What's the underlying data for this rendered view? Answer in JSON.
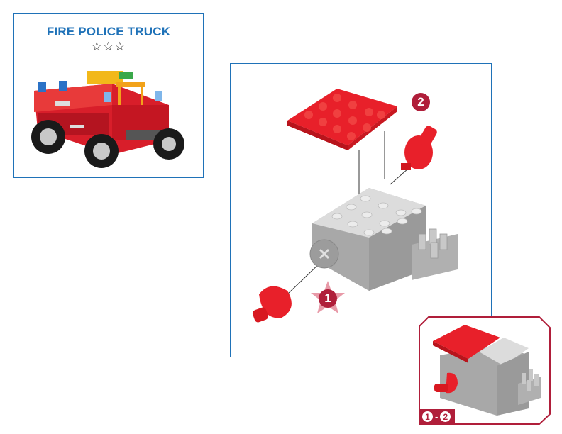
{
  "product": {
    "title": "FIRE POLICE TRUCK",
    "rating_display": "☆☆☆",
    "stars_filled": 0,
    "stars_total": 3,
    "image": "fire-police-truck-model"
  },
  "steps": {
    "items": [
      {
        "number": "1",
        "label": "1",
        "action": "attach red cone connector to motor axle",
        "highlight": "star-burst"
      },
      {
        "number": "2",
        "label": "2",
        "action": "attach red 4x4 plate and red connector to top of grey motor brick"
      }
    ]
  },
  "result": {
    "range_start": "1",
    "range_separator": "-",
    "range_end": "2",
    "image": "assembled-motor-with-red-plate"
  },
  "colors": {
    "frame_blue": "#1f72b8",
    "step_red": "#b01e3a",
    "brick_red": "#e8202a",
    "brick_grey": "#b4b4b4"
  }
}
